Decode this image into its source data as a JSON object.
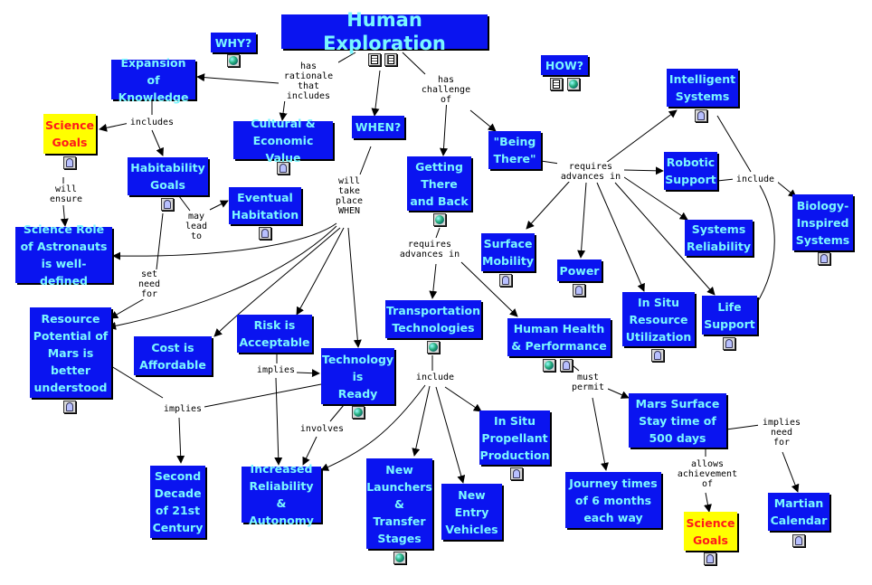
{
  "nodes": {
    "n_human_exploration": "Human Exploration",
    "n_why": "WHY?",
    "n_how": "HOW?",
    "n_expansion": "Expansion of\nKnowledge",
    "n_science_goals_1": "Science\nGoals",
    "n_habitability": "Habitability\nGoals",
    "n_cultural": "Cultural &\nEconomic Value",
    "n_when": "WHEN?",
    "n_eventual": "Eventual\nHabitation",
    "n_science_role": "Science Role\nof Astronauts\nis well-defined",
    "n_resource": "Resource\nPotential of\nMars is\nbetter\nunderstood",
    "n_cost": "Cost is\nAffordable",
    "n_risk": "Risk is\nAcceptable",
    "n_technology": "Technology\nis\nReady",
    "n_getting": "Getting\nThere\nand Back",
    "n_being_there": "\"Being\nThere\"",
    "n_intelligent": "Intelligent\nSystems",
    "n_robotic": "Robotic\nSupport",
    "n_systems_rel": "Systems\nReliability",
    "n_bio": "Biology-\nInspired\nSystems",
    "n_surface_mobility": "Surface\nMobility",
    "n_power": "Power",
    "n_insitu_resource": "In Situ\nResource\nUtilization",
    "n_life_support": "Life\nSupport",
    "n_transport": "Transportation\nTechnologies",
    "n_human_health": "Human Health\n& Performance",
    "n_insitu_prop": "In Situ\nPropellant\nProduction",
    "n_mars_stay": "Mars Surface\nStay time of\n500 days",
    "n_second_decade": "Second\nDecade\nof 21st\nCentury",
    "n_increased_rel": "Increased\nReliability\n& Autonomy",
    "n_new_launchers": "New\nLaunchers\n&\nTransfer\nStages",
    "n_new_entry": "New\nEntry\nVehicles",
    "n_journey": "Journey times\nof 6 months\neach way",
    "n_science_goals_2": "Science\nGoals",
    "n_martian_calendar": "Martian\nCalendar"
  },
  "labels": {
    "l_has_rationale": "has\nrationale\nthat\nincludes",
    "l_has_challenge": "has\nchallenge\nof",
    "l_includes_1": "includes",
    "l_will_ensure": "will\nensure",
    "l_may_lead": "may\nlead\nto",
    "l_will_take_place": "will\ntake\nplace\nWHEN",
    "l_set_need": "set\nneed\nfor",
    "l_requires_1": "requires\nadvances in",
    "l_include_1": "include",
    "l_requires_2": "requires\nadvances in",
    "l_implies_1": "implies",
    "l_implies_2": "implies",
    "l_involves": "involves",
    "l_include_2": "include",
    "l_must_permit": "must\npermit",
    "l_implies_need": "implies\nneed\nfor",
    "l_allows": "allows\nachievement\nof"
  }
}
